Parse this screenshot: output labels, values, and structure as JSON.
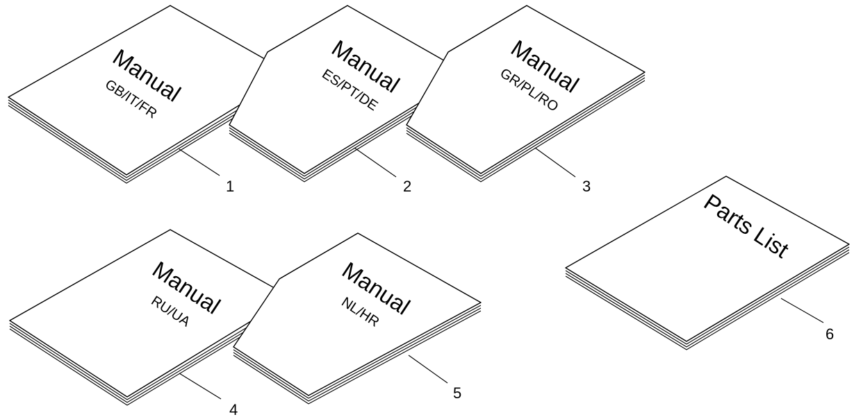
{
  "booklets": [
    {
      "title": "Manual",
      "subtitle": "GB/IT/FR",
      "callout": "1"
    },
    {
      "title": "Manual",
      "subtitle": "ES/PT/DE",
      "callout": "2"
    },
    {
      "title": "Manual",
      "subtitle": "GR/PL/RO",
      "callout": "3"
    },
    {
      "title": "Manual",
      "subtitle": "RU/UA",
      "callout": "4"
    },
    {
      "title": "Manual",
      "subtitle": "NL/HR",
      "callout": "5"
    },
    {
      "title": "Parts List",
      "subtitle": "",
      "callout": "6"
    }
  ],
  "colors": {
    "ink": "#000000",
    "paper": "#ffffff"
  }
}
